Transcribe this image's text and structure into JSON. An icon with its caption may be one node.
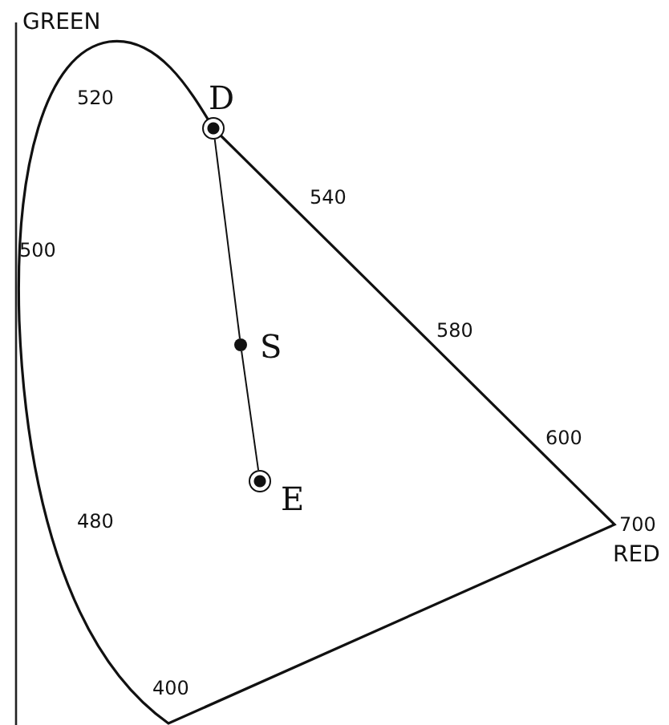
{
  "diagram": {
    "nodes": [
      {
        "text": [],
        "shape": "circle",
        "beside": [
          "D"
        ]
      },
      {
        "text": [],
        "shape": "circle",
        "beside": [
          "S"
        ]
      },
      {
        "text": [],
        "shape": "circle",
        "beside": [
          "E"
        ]
      }
    ],
    "edges": [
      {
        "from": 0,
        "to": 1,
        "arrow": "none"
      },
      {
        "from": 1,
        "to": 2,
        "arrow": "none"
      }
    ],
    "labels": [
      "GREEN",
      "520",
      "540",
      "500",
      "580",
      "600",
      "480",
      "700",
      "RED",
      "400"
    ]
  }
}
